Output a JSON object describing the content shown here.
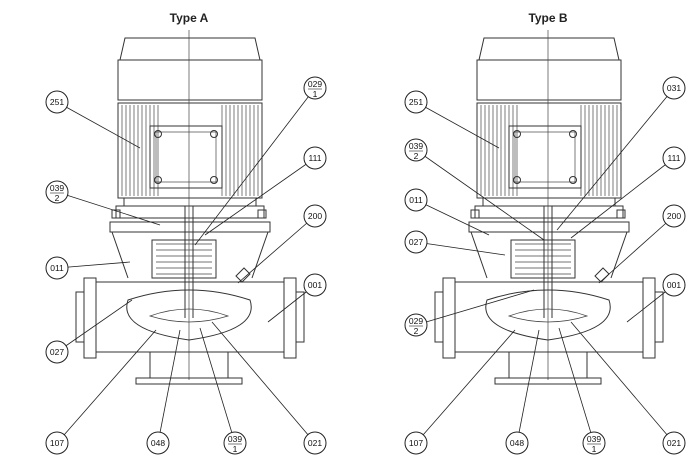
{
  "diagrams": [
    {
      "title": "Type A",
      "callouts": [
        {
          "id": "c251",
          "text": "251"
        },
        {
          "id": "c029",
          "text": "029",
          "sub": "1"
        },
        {
          "id": "c111",
          "text": "111"
        },
        {
          "id": "c039",
          "text": "039",
          "sub": "2"
        },
        {
          "id": "c200",
          "text": "200"
        },
        {
          "id": "c011",
          "text": "011"
        },
        {
          "id": "c001",
          "text": "001"
        },
        {
          "id": "c027",
          "text": "027"
        },
        {
          "id": "c107",
          "text": "107"
        },
        {
          "id": "c048",
          "text": "048"
        },
        {
          "id": "c039b",
          "text": "039",
          "sub": "1"
        },
        {
          "id": "c021",
          "text": "021"
        }
      ]
    },
    {
      "title": "Type B",
      "callouts": [
        {
          "id": "c251",
          "text": "251"
        },
        {
          "id": "c031",
          "text": "031"
        },
        {
          "id": "c039",
          "text": "039",
          "sub": "2"
        },
        {
          "id": "c111",
          "text": "111"
        },
        {
          "id": "c011",
          "text": "011"
        },
        {
          "id": "c200",
          "text": "200"
        },
        {
          "id": "c027",
          "text": "027"
        },
        {
          "id": "c001",
          "text": "001"
        },
        {
          "id": "c029",
          "text": "029",
          "sub": "2"
        },
        {
          "id": "c107",
          "text": "107"
        },
        {
          "id": "c048",
          "text": "048"
        },
        {
          "id": "c039b",
          "text": "039",
          "sub": "1"
        },
        {
          "id": "c021",
          "text": "021"
        }
      ]
    }
  ]
}
